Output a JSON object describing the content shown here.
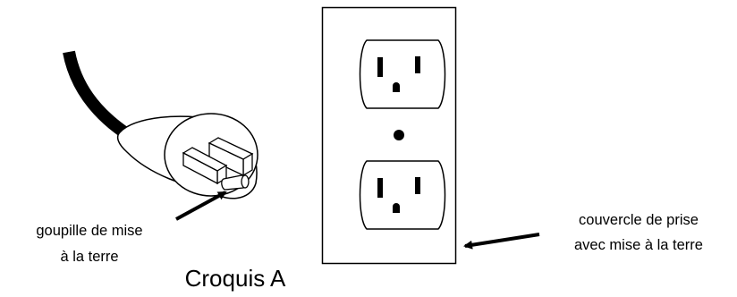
{
  "figure": {
    "caption": "Croquis A"
  },
  "labels": {
    "grounding_pin": {
      "line1": "goupille de mise",
      "line2": "à la terre"
    },
    "outlet_cover": {
      "line1": "couvercle de prise",
      "line2": "avec mise à la terre"
    }
  },
  "icons": {
    "plug": "grounded-plug-icon",
    "outlet": "duplex-outlet-icon"
  },
  "colors": {
    "ink": "#000000",
    "background": "#ffffff"
  }
}
